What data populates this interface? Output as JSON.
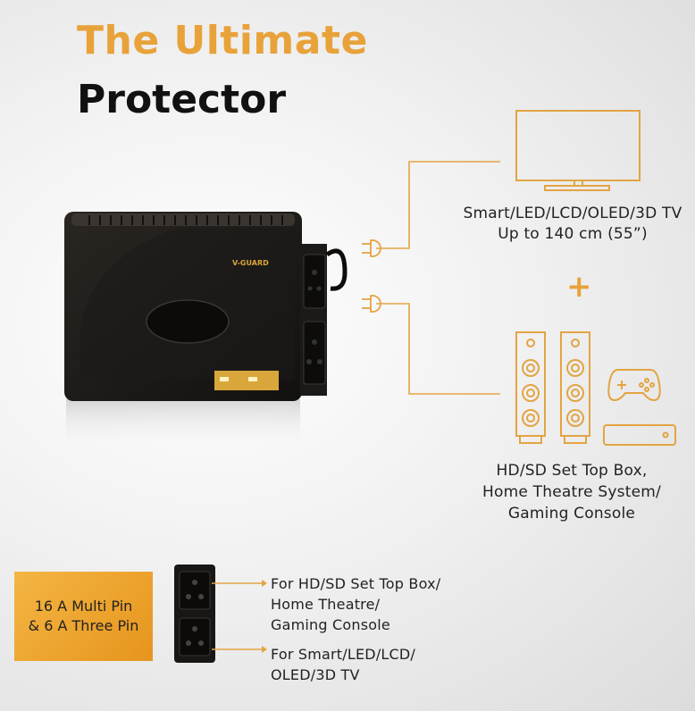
{
  "title": {
    "line1": "The Ultimate",
    "line2": "Protector"
  },
  "colors": {
    "accent": "#e8a23a",
    "text": "#222222",
    "line": "#e3a443",
    "device": "#1a1816"
  },
  "device": {
    "brand": "V-GUARD"
  },
  "outputs": {
    "tv": {
      "line1": "Smart/LED/LCD/OLED/3D TV",
      "line2": "Up to 140 cm (55”)"
    },
    "plus": "+",
    "set_top": {
      "line1": "HD/SD Set Top Box,",
      "line2": "Home Theatre System/",
      "line3": "Gaming Console"
    }
  },
  "icons": [
    "tv-icon",
    "plug-icon",
    "speaker-icon",
    "gamepad-icon",
    "set-top-box-icon"
  ],
  "sockets": {
    "badge": {
      "line1": "16 A Multi Pin",
      "line2": "& 6 A Three Pin"
    },
    "top_caption": {
      "line1": "For HD/SD Set Top Box/",
      "line2": "Home Theatre/",
      "line3": "Gaming Console"
    },
    "bottom_caption": {
      "line1": "For Smart/LED/LCD/",
      "line2": "OLED/3D TV"
    }
  }
}
